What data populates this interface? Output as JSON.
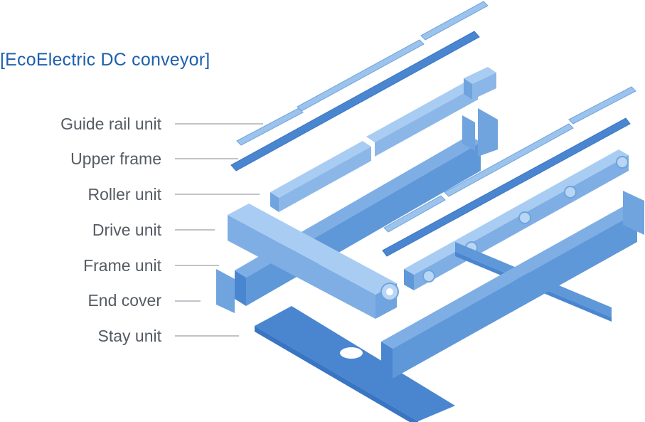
{
  "title": "[EcoElectric DC conveyor]",
  "labels": {
    "guide_rail_unit": "Guide rail unit",
    "upper_frame": "Upper frame",
    "roller_unit": "Roller unit",
    "drive_unit": "Drive unit",
    "frame_unit": "Frame unit",
    "end_cover": "End cover",
    "stay_unit": "Stay unit"
  },
  "colors": {
    "title": "#1e5fae",
    "label_text": "#555b63",
    "leader_line": "#9aa0a6",
    "part_light": "#9cc3ec",
    "part_mid": "#6fa4de",
    "part_dark": "#4a86d0",
    "part_edge": "#3a75c4"
  }
}
